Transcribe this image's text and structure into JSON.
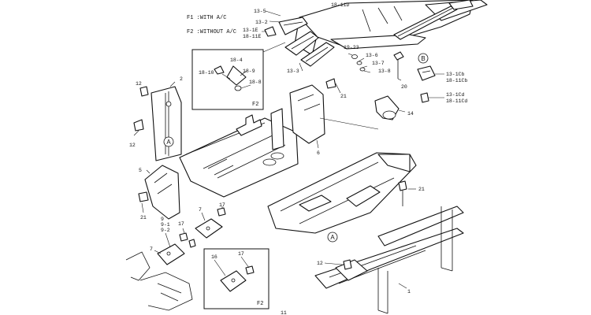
{
  "legend": {
    "f1": "F1 :WITH A/C",
    "f2": "F2 :WITHOUT A/C"
  },
  "frames": {
    "upper": "F2",
    "lower": "F2"
  },
  "ref_circles": [
    "B",
    "A",
    "A"
  ],
  "labels": {
    "l13_5": "13-5",
    "l18_11D": "18-11D",
    "l13_2": "13-2",
    "l13_1E": "13-1E",
    "l18_11E": "18-11E",
    "l19_23": "19-23",
    "l13_6": "13-6",
    "l13_7": "13-7",
    "l13_8": "13-8",
    "l20": "20",
    "l13_3": "13-3",
    "l18_4": "18-4",
    "l18_10": "18-10",
    "l18_9": "18-9",
    "l18_8": "18-8",
    "l13_1Cb": "13-1Cb",
    "l18_11Cb": "18-11Cb",
    "l13_1Cd": "13-1Cd",
    "l18_11Cd": "18-11Cd",
    "l12a": "12",
    "l2": "2",
    "l12b": "12",
    "l21a": "21",
    "l14": "14",
    "l6": "6",
    "l5": "5",
    "l21b": "21",
    "l21c": "21",
    "l7a": "7",
    "l17a": "17",
    "l9": "9",
    "l9_1": "9-1",
    "l9_2": "9-2",
    "l17b": "17",
    "l7b": "7",
    "l16": "16",
    "l17c": "17",
    "l12c": "12",
    "l1": "1",
    "l11": "11"
  }
}
